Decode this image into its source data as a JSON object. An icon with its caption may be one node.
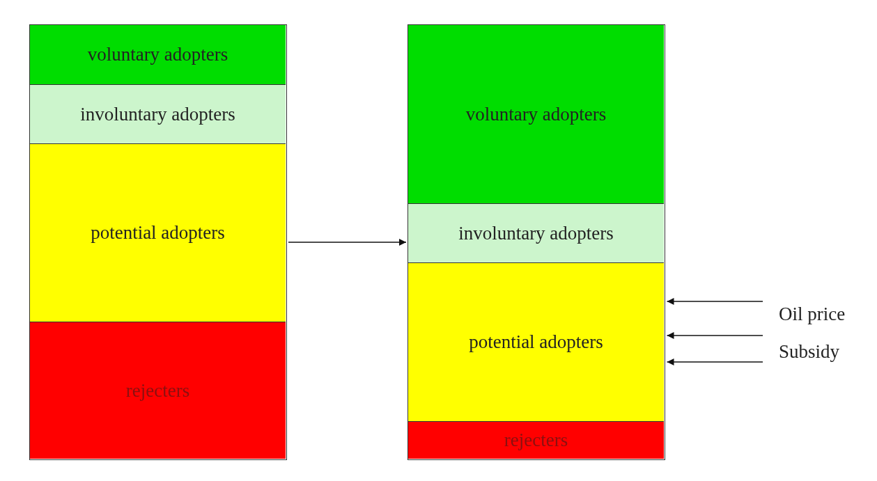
{
  "diagram": {
    "nodes": [
      {
        "text": [],
        "shape": "bar"
      },
      {
        "text": [
          "voluntary adopters"
        ],
        "in": 0
      },
      {
        "text": [
          "involuntary adopters"
        ],
        "in": 0
      },
      {
        "text": [
          "potential adopters"
        ],
        "in": 0
      },
      {
        "text": [
          "rejecters"
        ],
        "in": 0
      },
      {
        "text": [],
        "shape": "bar"
      },
      {
        "text": [
          "voluntary adopters"
        ],
        "in": 5
      },
      {
        "text": [
          "involuntary adopters"
        ],
        "in": 5
      },
      {
        "text": [
          "potential adopters"
        ],
        "in": 5
      },
      {
        "text": [
          "rejecters"
        ],
        "in": 5
      }
    ],
    "edges": [
      {
        "from": 0,
        "to": 5,
        "arrow": "to"
      },
      {
        "from": null,
        "to": 8,
        "arrow": "to"
      },
      {
        "from": null,
        "to": 8,
        "arrow": "to"
      },
      {
        "from": null,
        "to": 8,
        "arrow": "to"
      }
    ],
    "labels": [
      "Oil price",
      "Subsidy"
    ]
  }
}
